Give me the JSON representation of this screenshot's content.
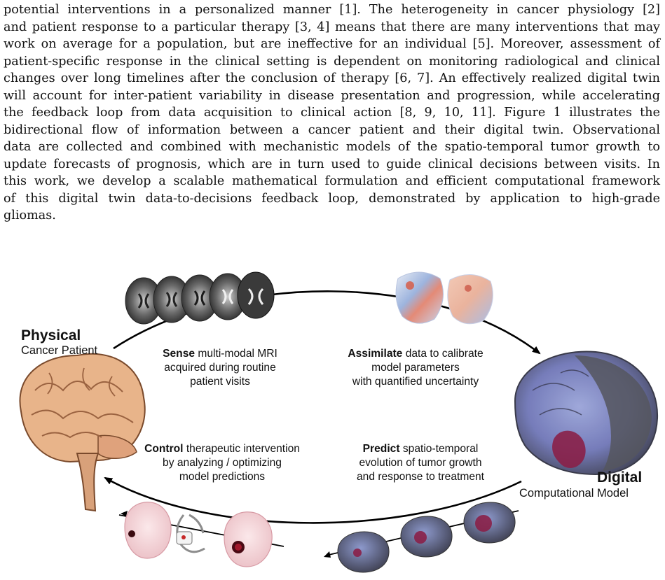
{
  "paragraph": {
    "lines": [
      "potential interventions in a personalized manner [1]. The heterogeneity in cancer physiology [2]",
      "and patient response to a particular therapy [3, 4] means that there are many interventions that may",
      "work on average for a population, but are ineffective for an individual [5]. Moreover, assessment of",
      "patient-specific response in the clinical setting is dependent on monitoring radiological and clinical",
      "changes over long timelines after the conclusion of therapy [6, 7]. An effectively realized digital twin",
      "will account for inter-patient variability in disease presentation and progression, while accelerating",
      "the feedback loop from data acquisition to clinical action [8, 9, 10, 11]. Figure 1 illustrates the",
      "bidirectional flow of information between a cancer patient and their digital twin. Observational",
      "data are collected and combined with mechanistic models of the spatio-temporal tumor growth to",
      "update forecasts of prognosis, which are in turn used to guide clinical decisions between visits. In",
      "this work, we develop a scalable mathematical formulation and efficient computational framework",
      "of this digital twin data-to-decisions feedback loop, demonstrated by application to high-grade",
      "gliomas."
    ]
  },
  "figure": {
    "physical": {
      "title": "Physical",
      "subtitle": "Cancer Patient"
    },
    "digital": {
      "title": "Digital",
      "subtitle": "Computational Model"
    },
    "sense": {
      "bold": "Sense",
      "rest": " multi-modal MRI",
      "line2": "acquired during routine",
      "line3": "patient visits"
    },
    "assimilate": {
      "bold": "Assimilate",
      "rest": " data to calibrate",
      "line2": "model parameters",
      "line3": "with quantified uncertainty"
    },
    "control": {
      "bold": "Control",
      "rest": " therapeutic intervention",
      "line2": "by analyzing / optimizing",
      "line3": "model predictions"
    },
    "predict": {
      "bold": "Predict",
      "rest": " spatio-temporal",
      "line2": "evolution of tumor growth",
      "line3": "and response to treatment"
    }
  },
  "colors": {
    "text": "#111111",
    "brain_tan": "#e8b48a",
    "brain_dark": "#b97a52",
    "model_gray": "#4a4a55",
    "model_blue": "#6f7ec4",
    "tumor": "#8a2048",
    "mri_dark": "#2b2b2b",
    "heat_blue": "#7fa2d6",
    "heat_red": "#e08070"
  }
}
